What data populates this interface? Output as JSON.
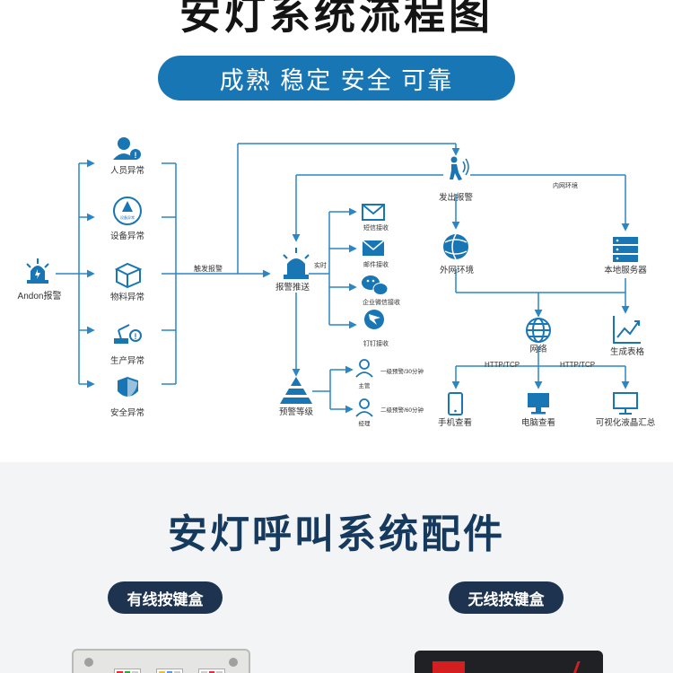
{
  "header": {
    "title": "安灯系统流程图",
    "slogan": "成熟  稳定  安全  可靠"
  },
  "flow": {
    "source": "Andon报警",
    "categories": [
      "人员异常",
      "设备异常",
      "物料异常",
      "生产异常",
      "安全异常"
    ],
    "device_icon_text": "设备异常",
    "trigger_label": "触发报警",
    "alarm_push": "报警推送",
    "realtime_label": "实时",
    "channels": [
      "短信接收",
      "邮件接收",
      "企业微信接收",
      "钉钉接收"
    ],
    "warning_level": "预警等级",
    "levels": [
      {
        "role": "主管",
        "desc": "一级预警/30分钟"
      },
      {
        "role": "经理",
        "desc": "二级预警/60分钟"
      }
    ],
    "issue_alarm": "发出报警",
    "intranet_label": "内网环境",
    "extranet": "外网环境",
    "local_server": "本地服务器",
    "network": "网络",
    "report": "生成表格",
    "protocol_left": "HTTP/TCP",
    "protocol_right": "HTTP/TCP",
    "endpoints": [
      "手机查看",
      "电脑查看",
      "可视化液晶汇总"
    ]
  },
  "accessories": {
    "title": "安灯呼叫系统配件",
    "wired": "有线按键盒",
    "wireless": "无线按键盒"
  },
  "colors": {
    "accent": "#1976b4",
    "line": "#2a86c5",
    "dark_badge": "#1e3350",
    "title2": "#163a5e"
  }
}
